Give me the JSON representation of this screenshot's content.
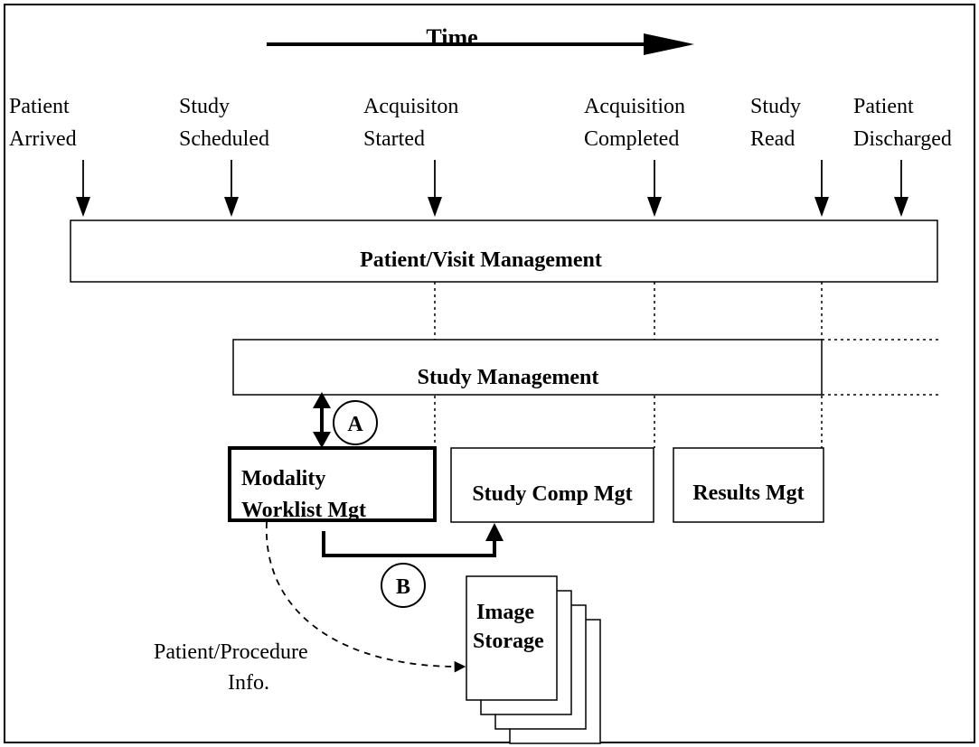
{
  "time_label": "Time",
  "events": [
    {
      "line1": "Patient",
      "line2": "Arrived"
    },
    {
      "line1": "Study",
      "line2": "Scheduled"
    },
    {
      "line1": "Acquisiton",
      "line2": "Started"
    },
    {
      "line1": "Acquisition",
      "line2": "Completed"
    },
    {
      "line1": "Study",
      "line2": "Read"
    },
    {
      "line1": "Patient",
      "line2": "Discharged"
    }
  ],
  "boxes": {
    "patient_visit": "Patient/Visit Management",
    "study_mgmt": "Study Management",
    "modality_line1": "Modality",
    "modality_line2": "Worklist Mgt",
    "study_comp": "Study Comp Mgt",
    "results": "Results Mgt",
    "image_line1": "Image",
    "image_line2": "Storage"
  },
  "markers": {
    "a": "A",
    "b": "B"
  },
  "info": {
    "line1": "Patient/Procedure",
    "line2": "Info."
  }
}
